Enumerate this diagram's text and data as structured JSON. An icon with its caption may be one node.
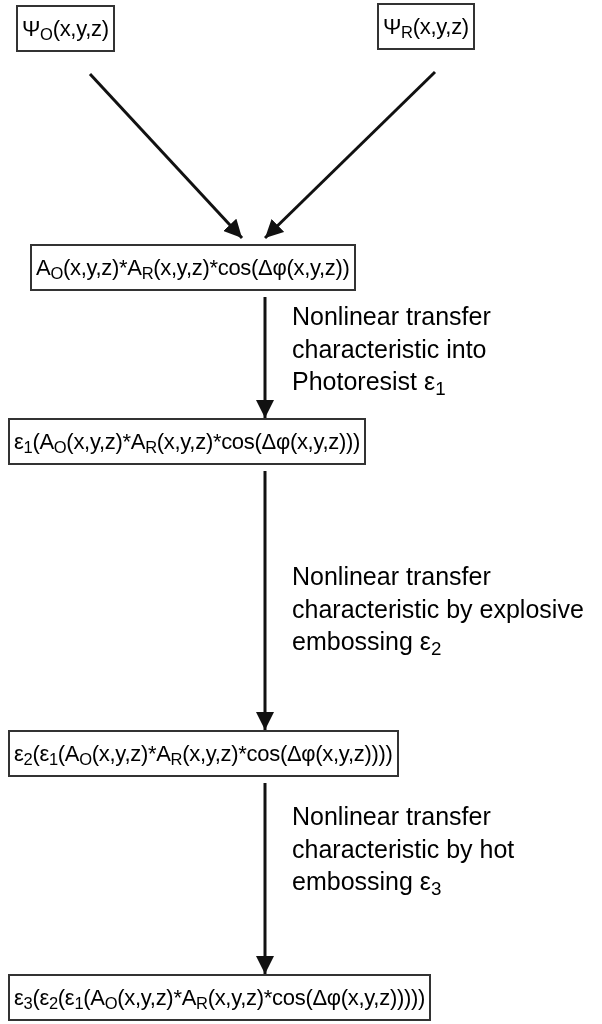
{
  "diagram": {
    "nodes": [
      {
        "text": [
          "Ψ$_{O}$(x,y,z)"
        ]
      },
      {
        "text": [
          "Ψ$_{R}$(x,y,z)"
        ]
      },
      {
        "text": [
          "A$_{O}$(x,y,z)*A$_{R}$(x,y,z)*cos(Δφ(x,y,z))"
        ]
      },
      {
        "text": [
          "ε$_{1}$(A$_{O}$(x,y,z)*A$_{R}$(x,y,z)*cos(Δφ(x,y,z)))"
        ]
      },
      {
        "text": [
          "ε$_{2}$(ε$_{1}$(A$_{O}$(x,y,z)*A$_{R}$(x,y,z)*cos(Δφ(x,y,z))))"
        ]
      },
      {
        "text": [
          "ε$_{3}$(ε$_{2}$(ε$_{1}$(A$_{O}$(x,y,z)*A$_{R}$(x,y,z)*cos(Δφ(x,y,z)))))"
        ]
      }
    ],
    "edges": [
      {
        "from": 0,
        "to": 2,
        "arrow": "to"
      },
      {
        "from": 1,
        "to": 2,
        "arrow": "to"
      },
      {
        "from": 2,
        "to": 3,
        "arrow": "to",
        "label": "Nonlinear transfer characteristic into Photoresist ε$_{1}$"
      },
      {
        "from": 3,
        "to": 4,
        "arrow": "to",
        "label": "Nonlinear transfer characteristic by explosive embossing ε$_{2}$"
      },
      {
        "from": 4,
        "to": 5,
        "arrow": "to",
        "label": "Nonlinear transfer characteristic by hot embossing ε$_{3}$"
      }
    ]
  }
}
